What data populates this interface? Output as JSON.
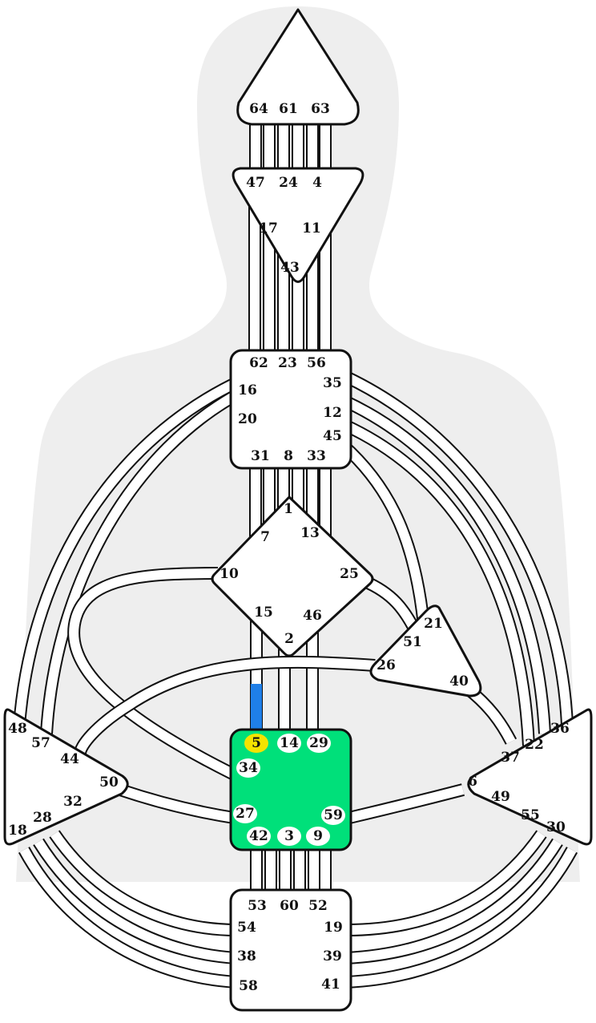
{
  "colors": {
    "silhouette": "#eeeeee",
    "center_fill": "#ffffff",
    "defined_center_fill": "#00e07a",
    "outline": "#111111",
    "activation_highlight": "#f5e300",
    "channel_activation": "#1f7fe8"
  },
  "centers": [
    {
      "name": "head",
      "defined": false,
      "gates": [
        "64",
        "61",
        "63"
      ]
    },
    {
      "name": "ajna",
      "defined": false,
      "gates": [
        "47",
        "24",
        "4",
        "17",
        "11",
        "43"
      ]
    },
    {
      "name": "throat",
      "defined": false,
      "gates": [
        "62",
        "23",
        "56",
        "16",
        "35",
        "20",
        "12",
        "45",
        "31",
        "8",
        "33"
      ]
    },
    {
      "name": "g",
      "defined": false,
      "gates": [
        "1",
        "7",
        "13",
        "10",
        "25",
        "15",
        "46",
        "2"
      ]
    },
    {
      "name": "ego",
      "defined": false,
      "gates": [
        "21",
        "51",
        "26",
        "40"
      ]
    },
    {
      "name": "spleen",
      "defined": false,
      "gates": [
        "48",
        "57",
        "44",
        "50",
        "32",
        "28",
        "18"
      ]
    },
    {
      "name": "sacral",
      "defined": true,
      "gates": [
        "5",
        "14",
        "29",
        "34",
        "27",
        "59",
        "42",
        "3",
        "9"
      ]
    },
    {
      "name": "solar-plexus",
      "defined": false,
      "gates": [
        "36",
        "22",
        "37",
        "6",
        "49",
        "55",
        "30"
      ]
    },
    {
      "name": "root",
      "defined": false,
      "gates": [
        "53",
        "60",
        "52",
        "54",
        "19",
        "38",
        "39",
        "58",
        "41"
      ]
    }
  ],
  "highlighted_gates": [
    "5"
  ],
  "activated_channel_gates": [
    "5"
  ],
  "bubbled_gates": [
    "14",
    "29",
    "34",
    "27",
    "59",
    "42",
    "3",
    "9"
  ]
}
